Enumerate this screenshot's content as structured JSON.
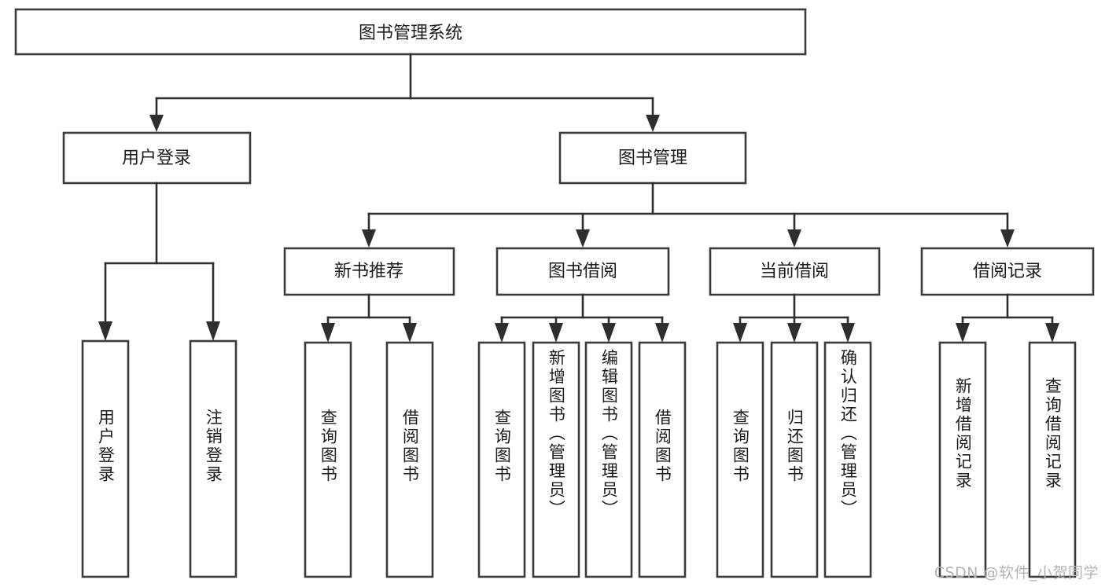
{
  "diagram": {
    "type": "tree-flowchart",
    "title": "图书管理系统",
    "watermark": "CSDN @软件_小贺同学",
    "colors": {
      "box_stroke": "#3b3b3b",
      "box_fill": "#ffffff",
      "connector": "#2e2e2e",
      "label_text": "#1c1c1c",
      "watermark_text": "#b4b4b4",
      "background": "#ffffff"
    },
    "root": {
      "label": "图书管理系统"
    },
    "level2": [
      {
        "id": "user-login",
        "label": "用户登录"
      },
      {
        "id": "book-manage",
        "label": "图书管理"
      }
    ],
    "level3": [
      {
        "id": "new-book-recommend",
        "label": "新书推荐",
        "parent": "book-manage"
      },
      {
        "id": "book-borrow",
        "label": "图书借阅",
        "parent": "book-manage"
      },
      {
        "id": "current-borrow",
        "label": "当前借阅",
        "parent": "book-manage"
      },
      {
        "id": "borrow-record",
        "label": "借阅记录",
        "parent": "book-manage"
      }
    ],
    "leaves": {
      "user-login": [
        {
          "id": "leaf-user-login",
          "label": "用户登录"
        },
        {
          "id": "leaf-user-logout",
          "label": "注销登录"
        }
      ],
      "new-book-recommend": [
        {
          "id": "leaf-query-book-1",
          "label": "查询图书"
        },
        {
          "id": "leaf-borrow-book-1",
          "label": "借阅图书"
        }
      ],
      "book-borrow": [
        {
          "id": "leaf-query-book-2",
          "label": "查询图书"
        },
        {
          "id": "leaf-add-book",
          "label": "新增图书（管理员）"
        },
        {
          "id": "leaf-edit-book",
          "label": "编辑图书（管理员）"
        },
        {
          "id": "leaf-borrow-book-2",
          "label": "借阅图书"
        }
      ],
      "current-borrow": [
        {
          "id": "leaf-query-book-3",
          "label": "查询图书"
        },
        {
          "id": "leaf-return-book",
          "label": "归还图书"
        },
        {
          "id": "leaf-confirm-return",
          "label": "确认归还（管理员）"
        }
      ],
      "borrow-record": [
        {
          "id": "leaf-add-record",
          "label": "新增借阅记录"
        },
        {
          "id": "leaf-query-record",
          "label": "查询借阅记录"
        }
      ]
    }
  }
}
